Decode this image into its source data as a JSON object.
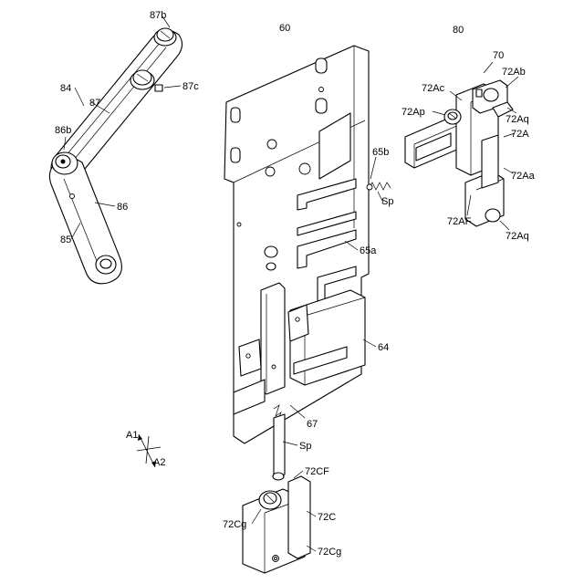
{
  "labels": {
    "l60": "60",
    "l80": "80",
    "l70": "70",
    "l84": "84",
    "l87": "87",
    "l87b": "87b",
    "l87c": "87c",
    "l86b": "86b",
    "l86": "86",
    "l85": "85",
    "l65b": "65b",
    "lSp1": "Sp",
    "l65a": "65a",
    "l64": "64",
    "l67": "67",
    "lSp2": "Sp",
    "l72CF": "72CF",
    "l72C": "72C",
    "l72Cg1": "72Cg",
    "l72Cg2": "72Cg",
    "l72Ac": "72Ac",
    "l72Ab": "72Ab",
    "l72Ap": "72Ap",
    "l72Aq1": "72Aq",
    "l72A": "72A",
    "l72Aa": "72Aa",
    "l72AF": "72AF",
    "l72Aq2": "72Aq",
    "lA1": "A1",
    "lA2": "A2"
  }
}
